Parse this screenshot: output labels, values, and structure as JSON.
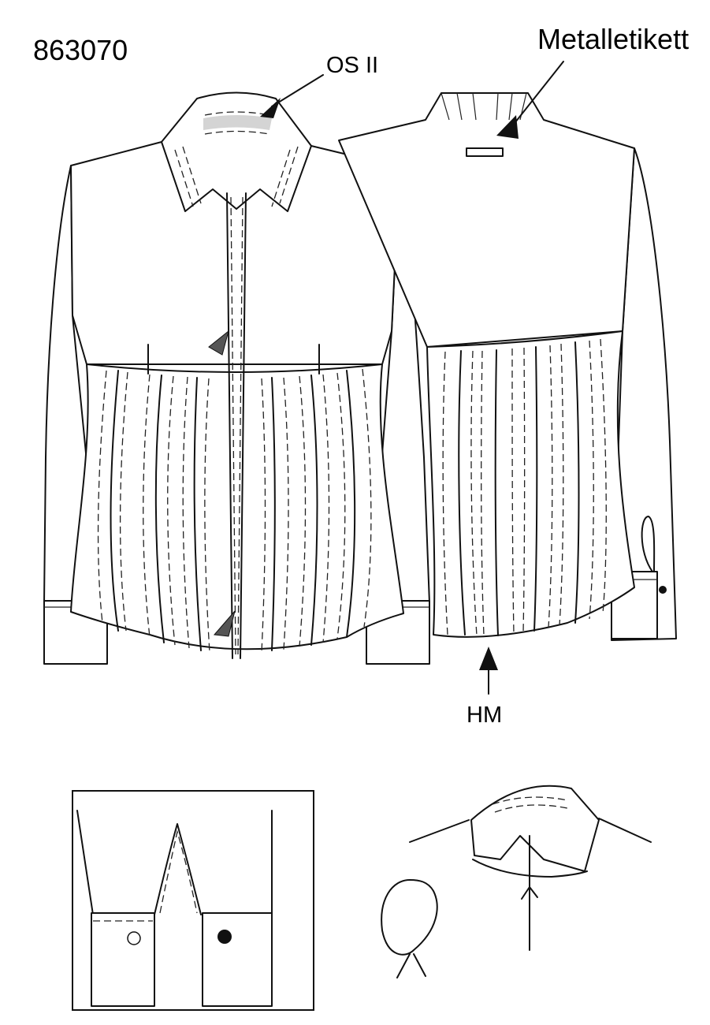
{
  "article_number": "863070",
  "callouts": {
    "label_collar": "OS II",
    "label_back": "Metalletikett",
    "label_hem": "HM"
  },
  "colors": {
    "line": "#111111",
    "shade": "#d4d4d4",
    "arrow": "#555555",
    "background": "#ffffff"
  },
  "views": [
    "front-view",
    "back-view",
    "cuff-detail",
    "collar-detail"
  ]
}
